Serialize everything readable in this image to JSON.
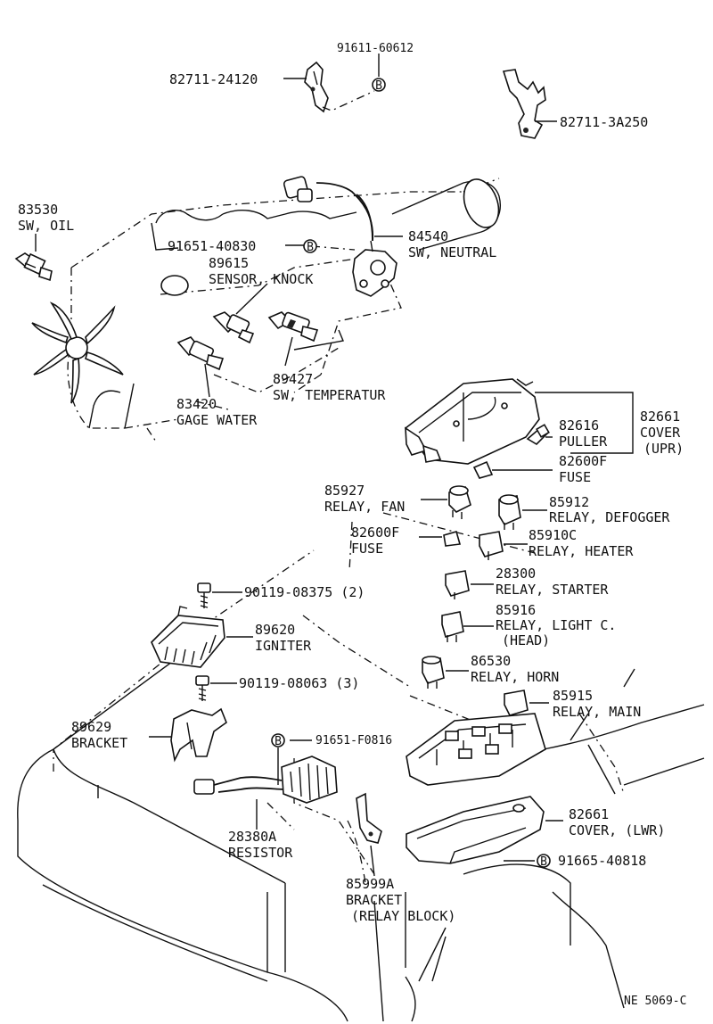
{
  "callouts": [
    {
      "num": "91611-60612"
    },
    {
      "num": "82711-24120"
    },
    {
      "num": "82711-3A250"
    },
    {
      "num": "83530",
      "name": "SW, OIL"
    },
    {
      "num": "91651-40830"
    },
    {
      "num": "89615",
      "name": "SENSOR, KNOCK"
    },
    {
      "num": "84540",
      "name": "SW, NEUTRAL"
    },
    {
      "num": "89427",
      "name": "SW, TEMPERATUR"
    },
    {
      "num": "83420",
      "name": "GAGE WATER"
    },
    {
      "num": "82616",
      "name": "PULLER"
    },
    {
      "num": "82661",
      "name": "COVER",
      "name2": "(UPR)"
    },
    {
      "num": "82600F",
      "name": "FUSE"
    },
    {
      "num": "85927",
      "name": "RELAY, FAN"
    },
    {
      "num": "85912",
      "name": "RELAY, DEFOGGER"
    },
    {
      "num": "82600F",
      "name": "FUSE"
    },
    {
      "num": "85910C",
      "name": "RELAY, HEATER"
    },
    {
      "num": "28300",
      "name": "RELAY, STARTER"
    },
    {
      "num": "90119-08375 (2)"
    },
    {
      "num": "85916",
      "name": "RELAY, LIGHT C.",
      "name2": "(HEAD)"
    },
    {
      "num": "89620",
      "name": "IGNITER"
    },
    {
      "num": "86530",
      "name": "RELAY, HORN"
    },
    {
      "num": "90119-08063 (3)"
    },
    {
      "num": "85915",
      "name": "RELAY, MAIN"
    },
    {
      "num": "89629",
      "name": "BRACKET"
    },
    {
      "num": "91651-F0816"
    },
    {
      "num": "82661",
      "name": "COVER, (LWR)"
    },
    {
      "num": "28380A",
      "name": "RESISTOR"
    },
    {
      "num": "91665-40818"
    },
    {
      "num": "85999A",
      "name": "BRACKET",
      "name2": "(RELAY BLOCK)"
    }
  ],
  "marker": "B",
  "figure_code": "NE 5069-C"
}
